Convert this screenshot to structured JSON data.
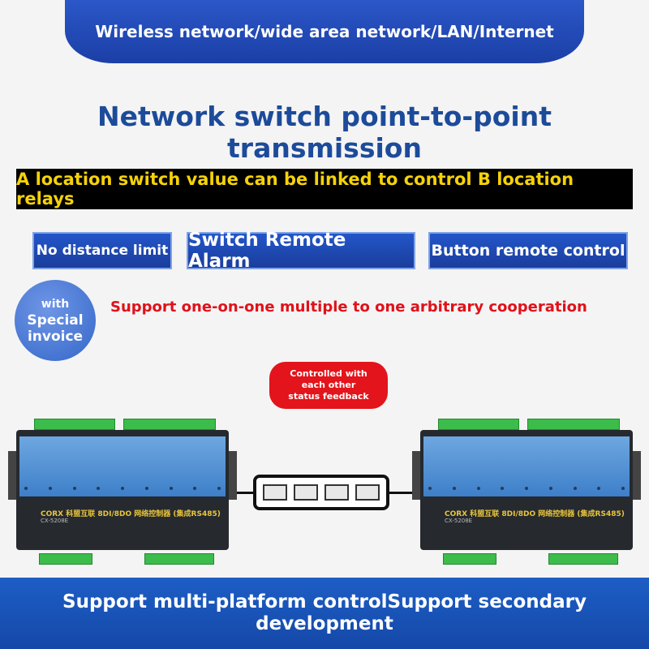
{
  "top_banner": "Wireless network/wide area network/LAN/Internet",
  "headline": "Network switch point-to-point transmission",
  "black_bar": "A location switch value can be linked to control B location relays",
  "features": [
    "No distance limit",
    "Switch Remote Alarm",
    "Button remote control"
  ],
  "invoice_badge": {
    "line1": "with",
    "line2": "Special",
    "line3": "invoice"
  },
  "support_text": "Support one-on-one multiple to one arbitrary cooperation",
  "red_pill": {
    "line1": "Controlled with",
    "line2": "each other",
    "line3": "status feedback"
  },
  "device": {
    "brand": "CORX 科盟互联",
    "title": "8DI/8DO 网络控制器 (集成RS485)",
    "model": "CX-5208E"
  },
  "bottom_bar": "Support multi-platform controlSupport secondary development"
}
